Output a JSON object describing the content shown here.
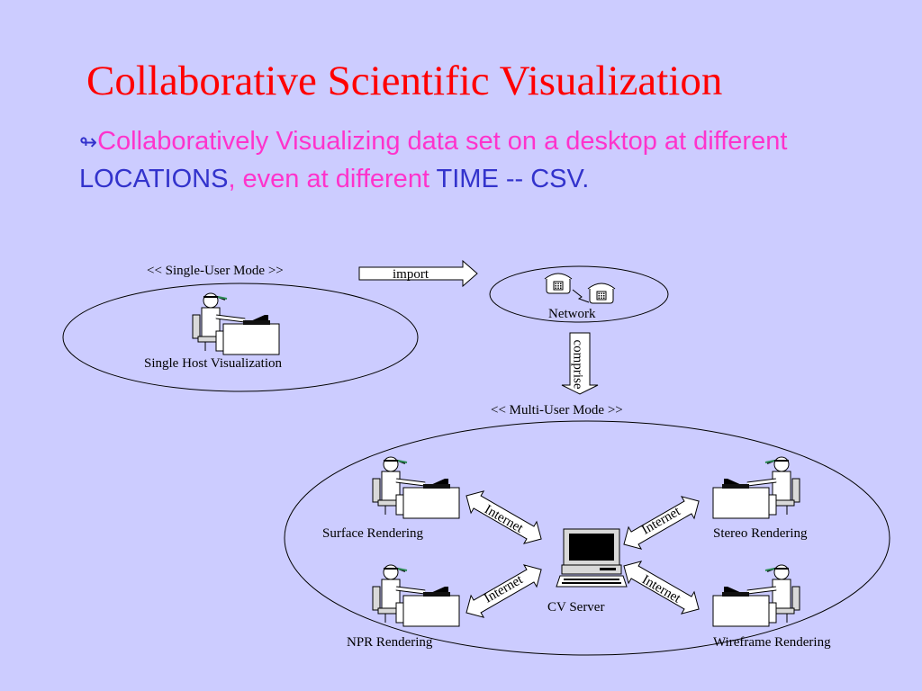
{
  "slide": {
    "title": "Collaborative Scientific Visualization",
    "bullet": {
      "part1": "Collaboratively Visualizing data set on a desktop at different ",
      "highlight1": "LOCATIONS",
      "part2": ", even at different ",
      "highlight2": "TIME",
      "part3": " -- CSV."
    }
  },
  "diagram": {
    "single_mode_label": "<< Single-User Mode >>",
    "single_host_label": "Single Host Visualization",
    "import_label": "import",
    "network_label": "Network",
    "comprise_label": "comprise",
    "multi_mode_label": "<< Multi-User Mode >>",
    "surface_label": "Surface Rendering",
    "stereo_label": "Stereo Rendering",
    "npr_label": "NPR Rendering",
    "wireframe_label": "Wireframe Rendering",
    "server_label": "CV Server",
    "internet_label": "Internet"
  },
  "colors": {
    "background": "#ccccff",
    "title": "#ff0000",
    "bullet_text": "#ff33cc",
    "highlight": "#3333cc"
  },
  "icons": [
    "bullet-arrow-icon",
    "telephone-icon",
    "user-workstation-icon",
    "server-computer-icon",
    "arrow-icon"
  ]
}
